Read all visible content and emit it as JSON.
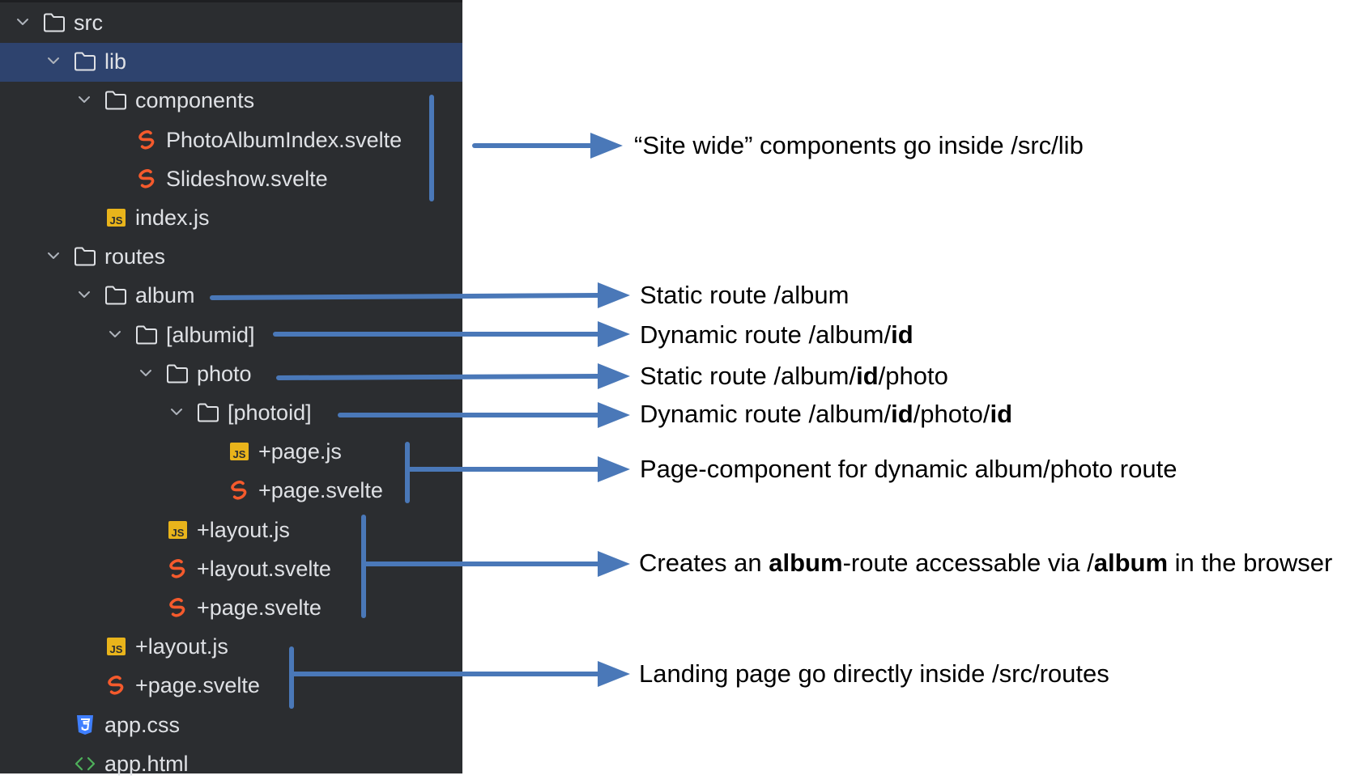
{
  "tree": [
    {
      "name": "src",
      "type": "folder",
      "depth": 0,
      "expanded": true,
      "selected": false
    },
    {
      "name": "lib",
      "type": "folder",
      "depth": 1,
      "expanded": true,
      "selected": true
    },
    {
      "name": "components",
      "type": "folder",
      "depth": 2,
      "expanded": true,
      "selected": false
    },
    {
      "name": "PhotoAlbumIndex.svelte",
      "type": "svelte",
      "depth": 3,
      "selected": false
    },
    {
      "name": "Slideshow.svelte",
      "type": "svelte",
      "depth": 3,
      "selected": false
    },
    {
      "name": "index.js",
      "type": "js",
      "depth": 2,
      "selected": false
    },
    {
      "name": "routes",
      "type": "folder",
      "depth": 1,
      "expanded": true,
      "selected": false
    },
    {
      "name": "album",
      "type": "folder",
      "depth": 2,
      "expanded": true,
      "selected": false
    },
    {
      "name": "[albumid]",
      "type": "folder",
      "depth": 3,
      "expanded": true,
      "selected": false
    },
    {
      "name": "photo",
      "type": "folder",
      "depth": 4,
      "expanded": true,
      "selected": false
    },
    {
      "name": "[photoid]",
      "type": "folder",
      "depth": 5,
      "expanded": true,
      "selected": false
    },
    {
      "name": "+page.js",
      "type": "js",
      "depth": 6,
      "selected": false
    },
    {
      "name": "+page.svelte",
      "type": "svelte",
      "depth": 6,
      "selected": false
    },
    {
      "name": "+layout.js",
      "type": "js",
      "depth": 4,
      "selected": false
    },
    {
      "name": "+layout.svelte",
      "type": "svelte",
      "depth": 4,
      "selected": false
    },
    {
      "name": "+page.svelte",
      "type": "svelte",
      "depth": 4,
      "selected": false
    },
    {
      "name": "+layout.js",
      "type": "js",
      "depth": 2,
      "selected": false
    },
    {
      "name": "+page.svelte",
      "type": "svelte",
      "depth": 2,
      "selected": false
    },
    {
      "name": "app.css",
      "type": "css",
      "depth": 1,
      "selected": false
    },
    {
      "name": "app.html",
      "type": "html",
      "depth": 1,
      "selected": false
    }
  ],
  "annotations": [
    {
      "parts": [
        {
          "text": "“Site wide” components go inside /src/lib",
          "bold": false
        }
      ]
    },
    {
      "parts": [
        {
          "text": "Static route /album",
          "bold": false
        }
      ]
    },
    {
      "parts": [
        {
          "text": "Dynamic route /album/",
          "bold": false
        },
        {
          "text": "id",
          "bold": true
        }
      ]
    },
    {
      "parts": [
        {
          "text": "Static route /album/",
          "bold": false
        },
        {
          "text": "id",
          "bold": true
        },
        {
          "text": "/photo",
          "bold": false
        }
      ]
    },
    {
      "parts": [
        {
          "text": "Dynamic route /album/",
          "bold": false
        },
        {
          "text": "id",
          "bold": true
        },
        {
          "text": "/photo/",
          "bold": false
        },
        {
          "text": "id",
          "bold": true
        }
      ]
    },
    {
      "parts": [
        {
          "text": "Page-component for dynamic album/photo route",
          "bold": false
        }
      ]
    },
    {
      "parts": [
        {
          "text": "Creates an ",
          "bold": false
        },
        {
          "text": "album",
          "bold": true
        },
        {
          "text": "-route accessable via /",
          "bold": false
        },
        {
          "text": "album",
          "bold": true
        },
        {
          "text": " in the browser",
          "bold": false
        }
      ]
    },
    {
      "parts": [
        {
          "text": "Landing page go directly inside /src/routes",
          "bold": false
        }
      ]
    }
  ],
  "icons": {
    "folder": "folder-icon",
    "svelte": "svelte-icon",
    "js": "js-file-icon",
    "css": "css-file-icon",
    "html": "html-file-icon",
    "chevron": "chevron-down-icon"
  },
  "colors": {
    "sidebar_bg": "#2b2d30",
    "selected_row": "#2e436e",
    "tree_text": "#dfe1e5",
    "svelte": "#f55a2c",
    "js_badge": "#e9b41b",
    "css": "#3f7fff",
    "html": "#4eb05a",
    "arrow": "#4a78b8",
    "annotation_text": "#000000"
  }
}
